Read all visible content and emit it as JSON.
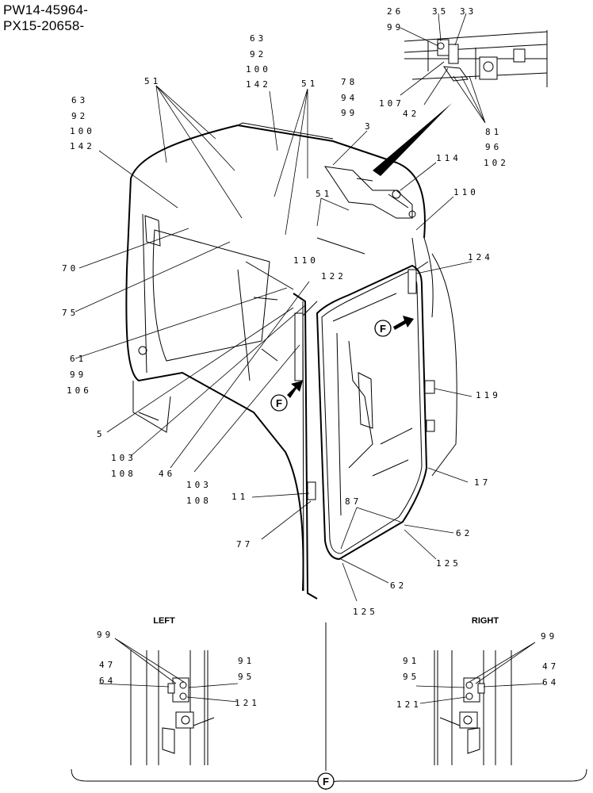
{
  "header": {
    "serial_1": "PW14-45964-",
    "serial_2": "PX15-20658-"
  },
  "sections": {
    "left": "LEFT",
    "right": "RIGHT",
    "detail_marker": "F"
  },
  "callouts": {
    "c26": "26",
    "c35": "35",
    "c33": "33",
    "c99a": "99",
    "c107": "107",
    "c42": "42",
    "c81": "81",
    "c96": "96",
    "c102": "102",
    "c63a": "63",
    "c92a": "92",
    "c100a": "100",
    "c142a": "142",
    "c63b": "63",
    "c92b": "92",
    "c100b": "100",
    "c142b": "142",
    "c51a": "51",
    "c51b": "51",
    "c51c": "51",
    "c78": "78",
    "c94": "94",
    "c99b": "99",
    "c3": "3",
    "c114": "114",
    "c110a": "110",
    "c110b": "110",
    "c122": "122",
    "c124": "124",
    "c70": "70",
    "c75": "75",
    "c61": "61",
    "c99c": "99",
    "c106": "106",
    "c5": "5",
    "c103a": "103",
    "c108a": "108",
    "c46": "46",
    "c103b": "103",
    "c108b": "108",
    "c119": "119",
    "c17": "17",
    "c11": "11",
    "c77": "77",
    "c87": "87",
    "c62a": "62",
    "c125a": "125",
    "c62b": "62",
    "c125b": "125",
    "l99": "99",
    "l47": "47",
    "l64": "64",
    "l91": "91",
    "l95": "95",
    "l121": "121",
    "r99": "99",
    "r47": "47",
    "r64": "64",
    "r91": "91",
    "r95": "95",
    "r121": "121"
  }
}
